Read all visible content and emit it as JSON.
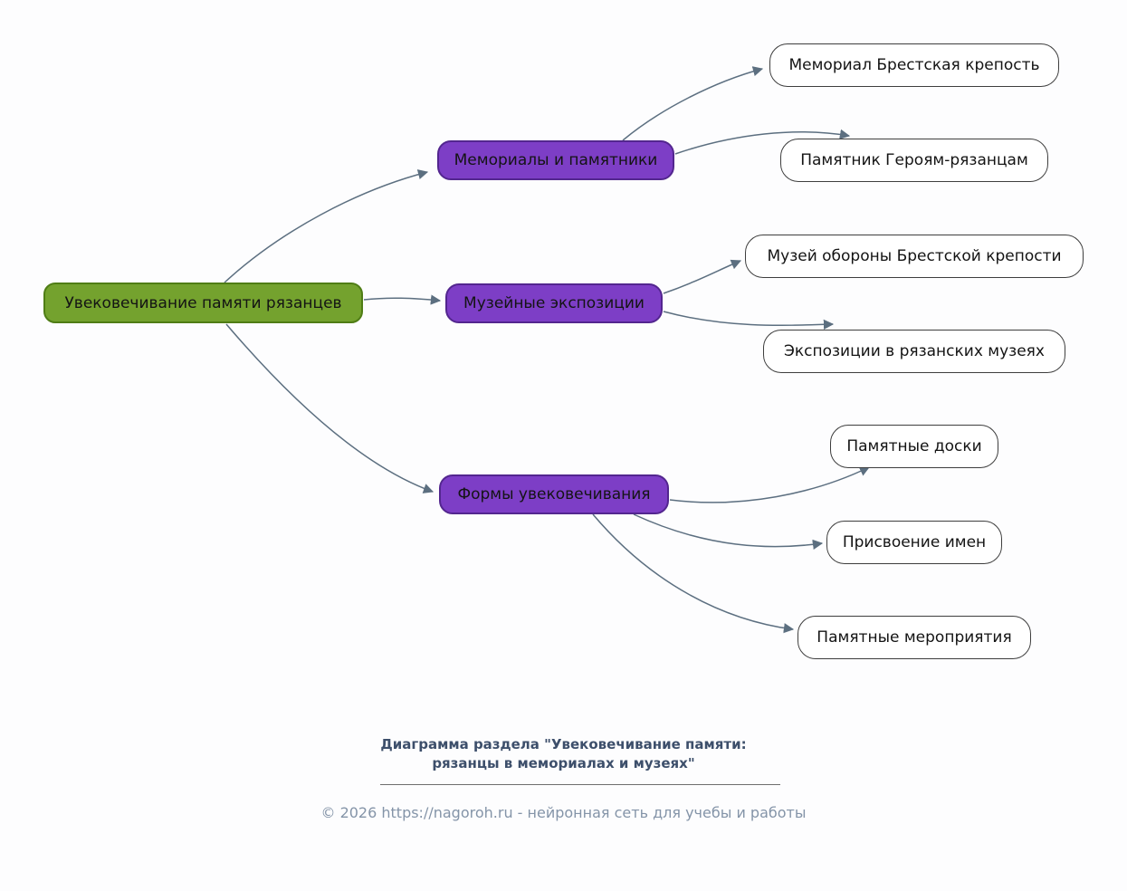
{
  "mindmap": {
    "root": {
      "label": "Увековечивание памяти рязанцев"
    },
    "branches": [
      {
        "label": "Мемориалы и памятники",
        "children": [
          {
            "label": "Мемориал Брестская крепость"
          },
          {
            "label": "Памятник Героям-рязанцам"
          }
        ]
      },
      {
        "label": "Музейные экспозиции",
        "children": [
          {
            "label": "Музей обороны Брестской крепости"
          },
          {
            "label": "Экспозиции в рязанских музеях"
          }
        ]
      },
      {
        "label": "Формы увековечивания",
        "children": [
          {
            "label": "Памятные доски"
          },
          {
            "label": "Присвоение имен"
          },
          {
            "label": "Памятные мероприятия"
          }
        ]
      }
    ]
  },
  "footer": {
    "caption_line1": "Диаграмма раздела \"Увековечивание памяти:",
    "caption_line2": "рязанцы в мемориалах и музеях\"",
    "copyright": "© 2026 https://nagoroh.ru - нейронная сеть для учебы и работы"
  },
  "colors": {
    "root_fill": "#74a22e",
    "root_border": "#4f7d15",
    "branch_fill": "#7d3ec6",
    "branch_border": "#53268f",
    "leaf_fill": "#ffffff",
    "leaf_border": "#3e3e3e",
    "edge": "#5c6f80",
    "caption_text": "#3d4f6b",
    "copyright_text": "#8494a8"
  }
}
